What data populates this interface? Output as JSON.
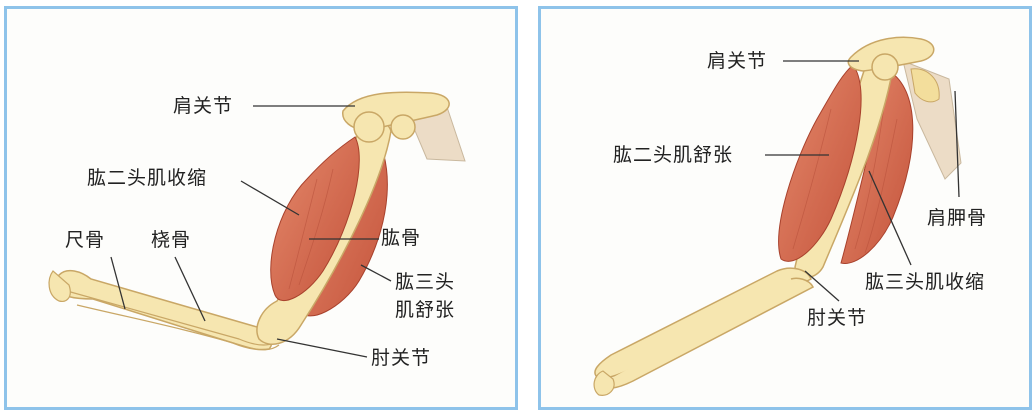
{
  "left_panel": {
    "labels": {
      "shoulder_joint": "肩关节",
      "biceps_contracting": "肱二头肌收缩",
      "ulna": "尺骨",
      "radius": "桡骨",
      "humerus": "肱骨",
      "triceps_relaxing_line1": "肱三头",
      "triceps_relaxing_line2": "肌舒张",
      "elbow_joint": "肘关节"
    }
  },
  "right_panel": {
    "labels": {
      "shoulder_joint": "肩关节",
      "biceps_relaxing": "肱二头肌舒张",
      "scapula": "肩胛骨",
      "triceps_contracting": "肱三头肌收缩",
      "elbow_joint": "肘关节"
    }
  },
  "colors": {
    "frame": "#8ec3ea",
    "muscle": "#d9705a",
    "muscle_dark": "#b84a36",
    "bone": "#f6e6b0",
    "bone_outline": "#c9a766"
  }
}
